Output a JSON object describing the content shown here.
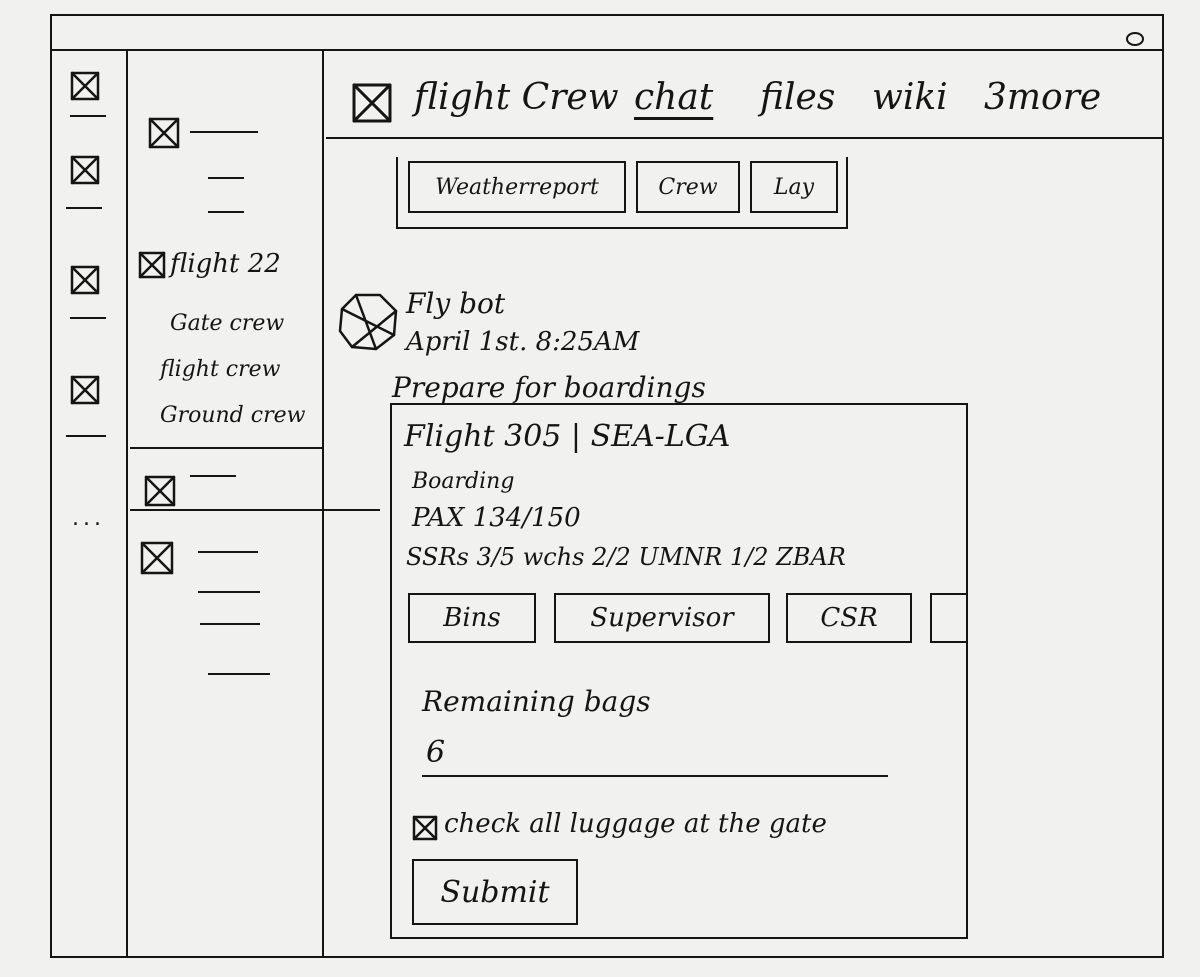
{
  "header": {
    "channel_name": "flight Crew",
    "tabs": [
      {
        "label": "chat",
        "active": true
      },
      {
        "label": "files"
      },
      {
        "label": "wiki"
      },
      {
        "label": "3more"
      }
    ]
  },
  "subtabs": [
    "Weatherreport",
    "Crew",
    "Lay"
  ],
  "rail": {
    "more": "..."
  },
  "nav": {
    "group_flight": "flight 22",
    "items": [
      "Gate crew",
      "flight crew",
      "Ground crew"
    ]
  },
  "message": {
    "sender": "Fly bot",
    "timestamp": "April 1st. 8:25AM",
    "text": "Prepare for boardings"
  },
  "card": {
    "flight": "Flight 305 | SEA-LGA",
    "status": "Boarding",
    "pax": "PAX 134/150",
    "ssrs": "SSRs 3/5 wchs 2/2 UMNR 1/2 ZBAR",
    "actions": [
      "Bins",
      "Supervisor",
      "CSR"
    ],
    "remaining_label": "Remaining bags",
    "remaining_value": "6",
    "checkbox_label": "check all luggage at the gate",
    "checkbox_checked": true,
    "submit_label": "Submit"
  }
}
